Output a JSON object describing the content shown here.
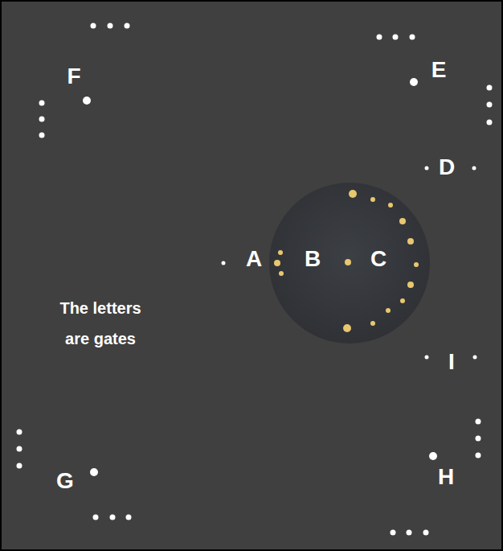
{
  "diagram": {
    "nodes": [
      {
        "text": [
          "B",
          "C"
        ]
      }
    ],
    "labels": [
      "F",
      "E",
      "D",
      "A",
      "The letters are gates",
      "I",
      "G",
      "H"
    ]
  }
}
